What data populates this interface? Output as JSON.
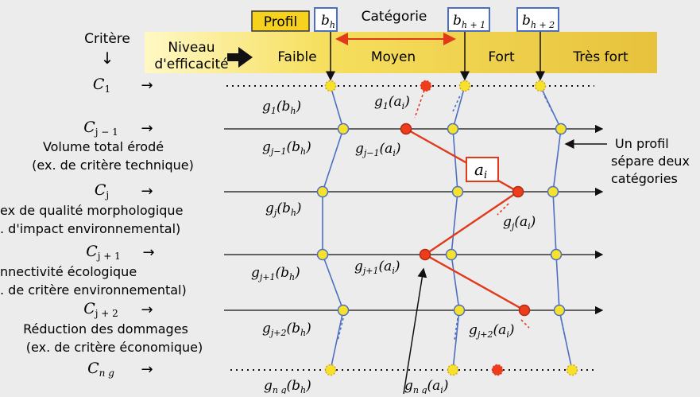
{
  "header": {
    "profil": "Profil",
    "categorie": "Catégorie",
    "critere": "Critère",
    "critere_arrow": "↓",
    "niveau_line1": "Niveau",
    "niveau_line2": "d'efficacité",
    "levels": [
      "Faible",
      "Moyen",
      "Fort",
      "Très fort"
    ],
    "profiles": [
      "b_h",
      "b_h+1",
      "b_h+2"
    ]
  },
  "criteria": [
    {
      "symbol": "C_1",
      "desc": []
    },
    {
      "symbol": "C_j-1",
      "desc": [
        "Volume total érodé",
        "(ex. de critère technique)"
      ]
    },
    {
      "symbol": "C_j",
      "desc": [
        "ex de qualité morphologique",
        ". d'impact environnemental)"
      ]
    },
    {
      "symbol": "C_j+1",
      "desc": [
        "nnectivité écologique",
        ". de critère environnemental)"
      ]
    },
    {
      "symbol": "C_j+2",
      "desc": [
        "Réduction des dommages",
        "(ex. de critère économique)"
      ]
    },
    {
      "symbol": "C_ng",
      "desc": []
    }
  ],
  "g_labels": {
    "g1_bh": "g₁(bₕ)",
    "g1_ai": "g₁(aᵢ)",
    "gj1_bh": "gⱼ₋₁(bₕ)",
    "gj1_ai": "gⱼ₋₁(aᵢ)",
    "gj_bh": "gⱼ(bₕ)",
    "gj_ai": "gⱼ(aᵢ)",
    "gjp1_bh": "gⱼ₊₁(bₕ)",
    "gjp1_ai": "gⱼ₊₁(aᵢ)",
    "gjp2_bh": "gⱼ₊₂(bₕ)",
    "gjp2_ai": "gⱼ₊₂(aᵢ)",
    "gng_bh": "g_ng(bₕ)",
    "gng_ai": "g_ng(aᵢ)"
  },
  "ai_label": "aᵢ",
  "annotation": [
    "Un profil",
    "sépare deux",
    "catégories"
  ],
  "colors": {
    "band_left": "#fff7b0",
    "band_mid": "#f3d23a",
    "band_right": "#ecc838",
    "profile_line": "#4d6fc2",
    "alt_line": "#e03a1a",
    "node_yellow": "#f6e12d",
    "node_red": "#ee3d1c"
  }
}
